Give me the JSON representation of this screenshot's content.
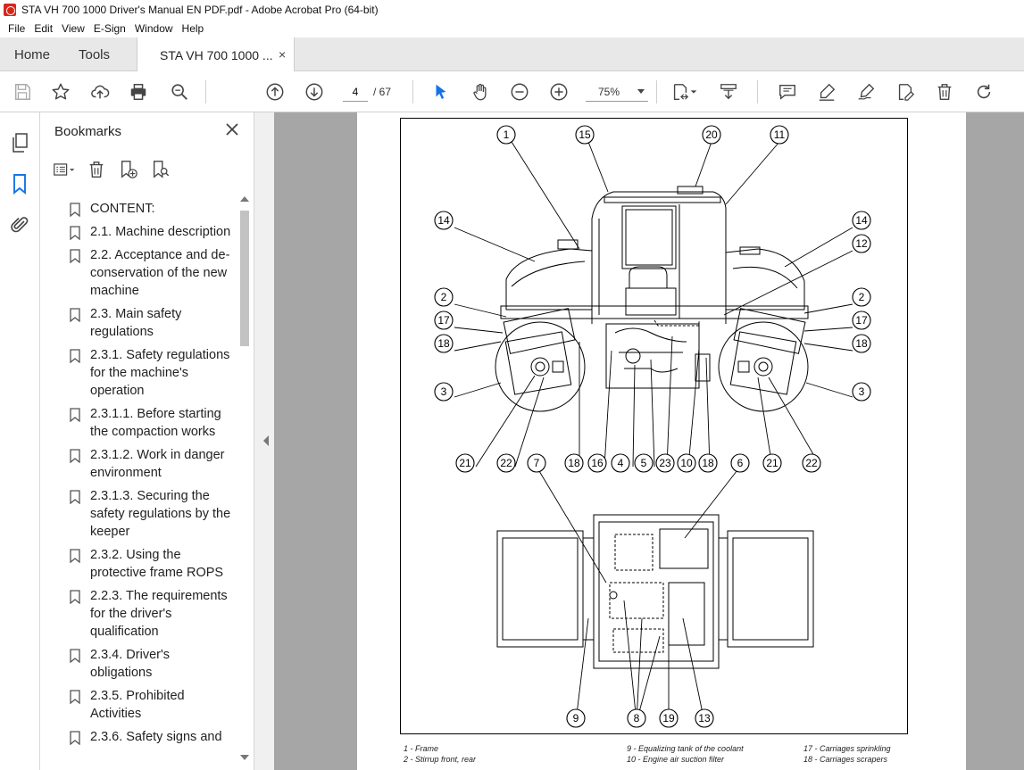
{
  "window": {
    "title": "STA VH 700 1000  Driver's Manual EN PDF.pdf - Adobe Acrobat Pro (64-bit)"
  },
  "menu": [
    "File",
    "Edit",
    "View",
    "E-Sign",
    "Window",
    "Help"
  ],
  "tabs": {
    "home": "Home",
    "tools": "Tools",
    "document": "STA VH 700 1000 ...",
    "close": "×"
  },
  "toolbar": {
    "page_current": "4",
    "page_total": "/ 67",
    "zoom": "75%"
  },
  "bookmarks": {
    "title": "Bookmarks",
    "items": [
      "CONTENT:",
      "2.1. Machine description",
      "2.2. Acceptance and de-conservation of the new machine",
      "2.3.   Main safety regulations",
      "2.3.1. Safety regulations for the machine's operation",
      "2.3.1.1. Before starting the compaction works",
      "2.3.1.2. Work in danger environment",
      "2.3.1.3. Securing the safety regulations by the keeper",
      "2.3.2. Using the protective frame ROPS",
      "2.2.3. The requirements for the driver's qualification",
      "2.3.4. Driver's obligations",
      "2.3.5. Prohibited Activities",
      "2.3.6. Safety signs and"
    ]
  },
  "figure": {
    "callouts": [
      "1",
      "15",
      "20",
      "11",
      "14",
      "14",
      "12",
      "2",
      "2",
      "17",
      "17",
      "18",
      "18",
      "3",
      "3",
      "21",
      "22",
      "7",
      "18",
      "16",
      "4",
      "5",
      "23",
      "10",
      "18",
      "6",
      "21",
      "22",
      "9",
      "8",
      "19",
      "13"
    ]
  },
  "captions": [
    "1 - Frame",
    "2 - Stirrup front, rear",
    "9 - Equalizing tank of the coolant",
    "10 - Engine air suction filter",
    "17 - Carriages sprinkling",
    "18 - Carriages scrapers"
  ],
  "colors": {
    "accent": "#1473e6",
    "doc_bg": "#a6a6a6",
    "tab_bg": "#e8e8e8"
  }
}
